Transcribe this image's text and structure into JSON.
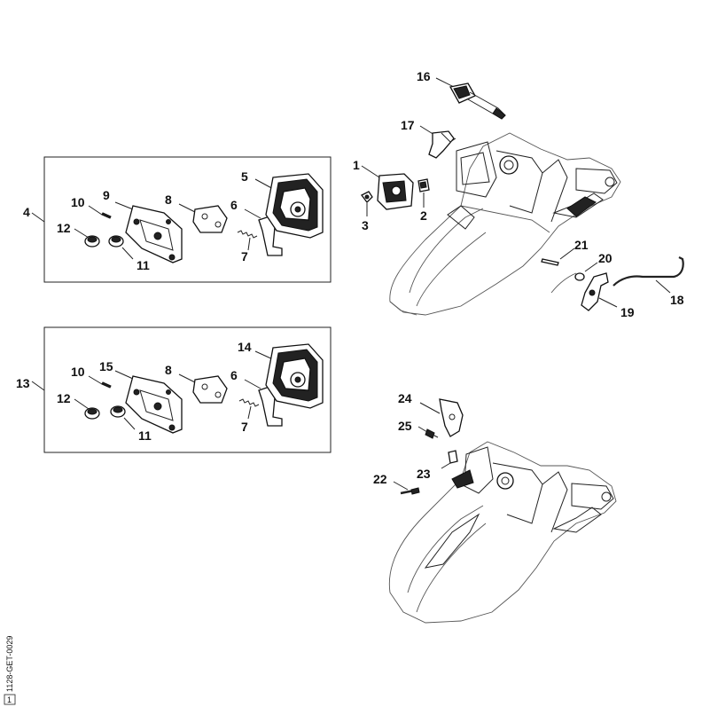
{
  "diagram": {
    "reference_code": "1128-GET-0029",
    "reference_mark": "1",
    "callouts": [
      {
        "id": "c1",
        "label": "1"
      },
      {
        "id": "c2",
        "label": "2"
      },
      {
        "id": "c3",
        "label": "3"
      },
      {
        "id": "c4",
        "label": "4"
      },
      {
        "id": "c5",
        "label": "5"
      },
      {
        "id": "c6a",
        "label": "6"
      },
      {
        "id": "c7a",
        "label": "7"
      },
      {
        "id": "c8a",
        "label": "8"
      },
      {
        "id": "c9",
        "label": "9"
      },
      {
        "id": "c10a",
        "label": "10"
      },
      {
        "id": "c11a",
        "label": "11"
      },
      {
        "id": "c12a",
        "label": "12"
      },
      {
        "id": "c13",
        "label": "13"
      },
      {
        "id": "c14",
        "label": "14"
      },
      {
        "id": "c15",
        "label": "15"
      },
      {
        "id": "c6b",
        "label": "6"
      },
      {
        "id": "c7b",
        "label": "7"
      },
      {
        "id": "c8b",
        "label": "8"
      },
      {
        "id": "c10b",
        "label": "10"
      },
      {
        "id": "c11b",
        "label": "11"
      },
      {
        "id": "c12b",
        "label": "12"
      },
      {
        "id": "c16",
        "label": "16"
      },
      {
        "id": "c17",
        "label": "17"
      },
      {
        "id": "c18",
        "label": "18"
      },
      {
        "id": "c19",
        "label": "19"
      },
      {
        "id": "c20",
        "label": "20"
      },
      {
        "id": "c21",
        "label": "21"
      },
      {
        "id": "c22",
        "label": "22"
      },
      {
        "id": "c23",
        "label": "23"
      },
      {
        "id": "c24",
        "label": "24"
      },
      {
        "id": "c25",
        "label": "25"
      }
    ]
  }
}
